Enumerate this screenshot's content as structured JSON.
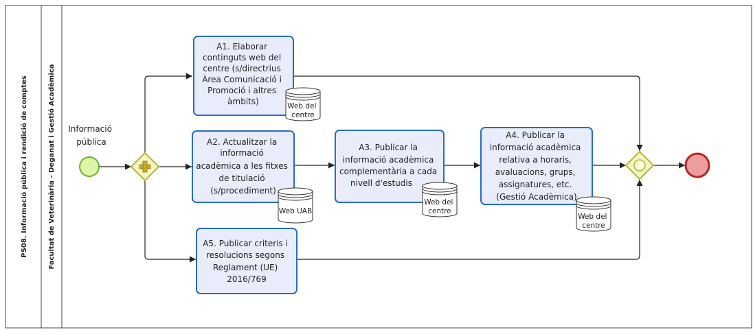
{
  "pool": {
    "title": "PS08. Informació pública i rendició de comptes",
    "lane_title": "Facultat de Veterinària - Deganat i Gestió Acadèmica"
  },
  "start_event": {
    "label_lines": [
      "Informació",
      "pública"
    ]
  },
  "tasks": {
    "a1": {
      "lines": [
        "A1. Elaborar",
        "continguts web del",
        "centre (s/directrius",
        "Àrea Comunicació i",
        "Promoció i altres",
        "àmbits)"
      ]
    },
    "a2": {
      "lines": [
        "A2. Actualitzar la",
        "informació",
        "acadèmica a les fitxes",
        "de titulació",
        "(s/procediment)"
      ]
    },
    "a3": {
      "lines": [
        "A3. Publicar la",
        "informació acadèmica",
        "complementària a cada",
        "nivell d'estudis"
      ]
    },
    "a4": {
      "lines": [
        "A4. Publicar la",
        "informació acadèmica",
        "relativa a horaris,",
        "avaluacions, grups,",
        "assignatures, etc.",
        "(Gestió Acadèmica)"
      ]
    },
    "a5": {
      "lines": [
        "A5. Publicar criteris i",
        "resolucions segons",
        "Reglament (UE)",
        "2016/769"
      ]
    }
  },
  "data_stores": {
    "ds1": {
      "lines": [
        "Web del",
        "centre"
      ]
    },
    "ds2": {
      "lines": [
        "Web UAB"
      ]
    },
    "ds3": {
      "lines": [
        "Web del",
        "centre"
      ]
    },
    "ds4": {
      "lines": [
        "Web del",
        "centre"
      ]
    }
  },
  "colors": {
    "task_fill": "#e8ecfb",
    "task_stroke": "#2a6cc4",
    "start_fill": "#ddf5a8",
    "start_stroke": "#6bb32d",
    "gateway_fill": "#f4f5c4",
    "gateway_stroke": "#b5b53a",
    "end_fill": "#ec9d9d",
    "end_stroke": "#b52424",
    "line": "#222222"
  },
  "icons": {
    "parallel_gateway": "plus-icon",
    "inclusive_gateway": "circle-icon",
    "data_store": "database-icon"
  }
}
